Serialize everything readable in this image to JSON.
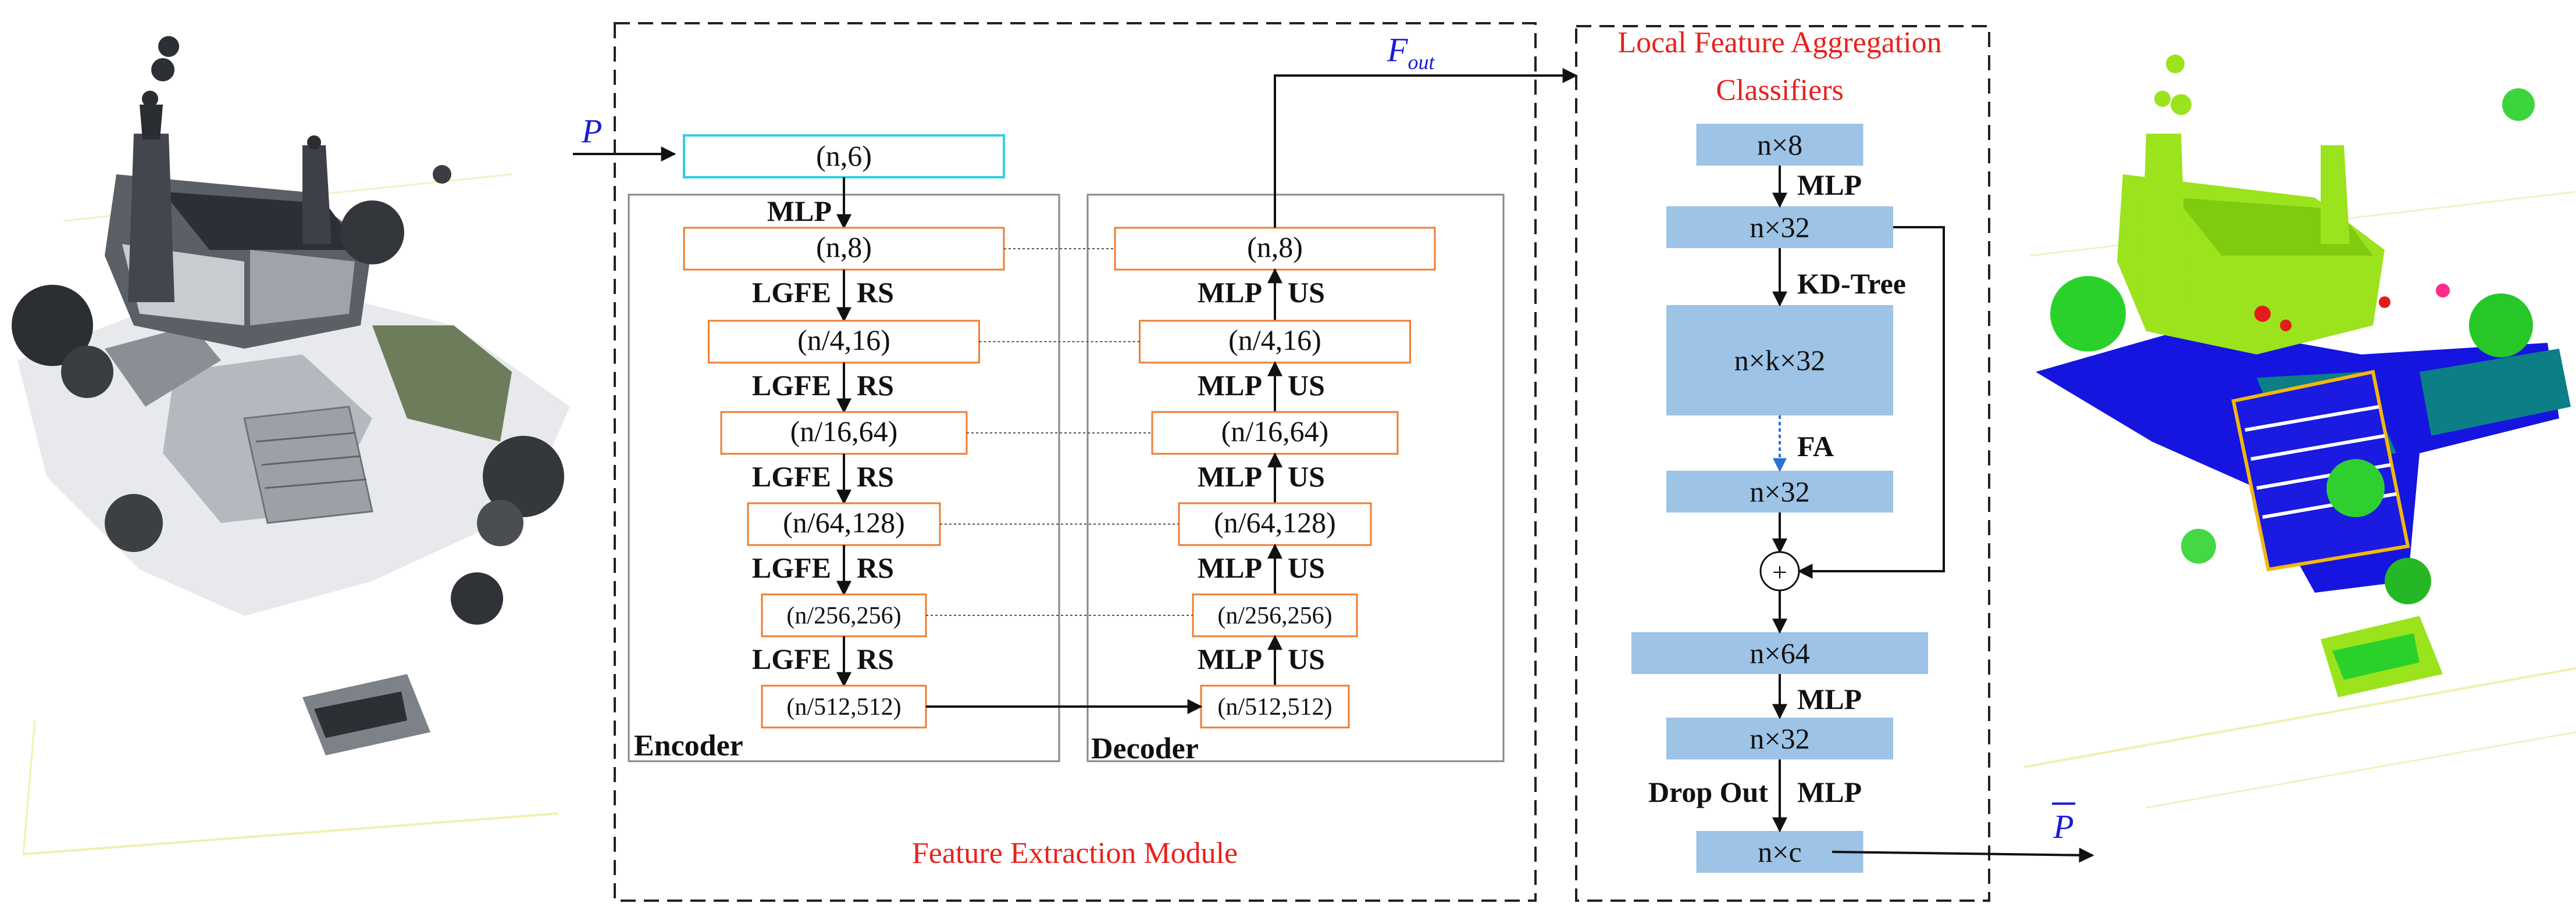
{
  "colors": {
    "accent_red": "#e8211d",
    "accent_blue": "#1b1bd6",
    "encoder_box_border": "#ee7d31",
    "input_box_border": "#2fd0e0",
    "classifier_fill": "#9dc3e6",
    "frame_dash": "#222222",
    "point_cloud_green": "#9be31c",
    "point_cloud_blue": "#1616e0",
    "point_cloud_teal": "#0a7f86"
  },
  "icons": {
    "input_cloud": "grayscale-church-point-cloud",
    "output_cloud": "segmented-church-point-cloud"
  },
  "labels": {
    "input_P": "P",
    "output_P": "P",
    "F_out_main": "F",
    "F_out_sub": "out",
    "module_title": "Feature Extraction Module",
    "classifier_title_line1": "Local Feature Aggregation",
    "classifier_title_line2": "Classifiers",
    "encoder": "Encoder",
    "decoder": "Decoder"
  },
  "encoder": {
    "input": "(n,6)",
    "blocks": [
      "(n,8)",
      "(n/4,16)",
      "(n/16,64)",
      "(n/64,128)",
      "(n/256,256)",
      "(n/512,512)"
    ],
    "first_op": "MLP",
    "ops": [
      {
        "left": "LGFE",
        "right": "RS"
      },
      {
        "left": "LGFE",
        "right": "RS"
      },
      {
        "left": "LGFE",
        "right": "RS"
      },
      {
        "left": "LGFE",
        "right": "RS"
      },
      {
        "left": "LGFE",
        "right": "RS"
      }
    ]
  },
  "decoder": {
    "blocks": [
      "(n,8)",
      "(n/4,16)",
      "(n/16,64)",
      "(n/64,128)",
      "(n/256,256)",
      "(n/512,512)"
    ],
    "ops": [
      {
        "left": "MLP",
        "right": "US"
      },
      {
        "left": "MLP",
        "right": "US"
      },
      {
        "left": "MLP",
        "right": "US"
      },
      {
        "left": "MLP",
        "right": "US"
      },
      {
        "left": "MLP",
        "right": "US"
      }
    ]
  },
  "classifier": {
    "boxes": [
      "n×8",
      "n×32",
      "n×k×32",
      "n×32",
      "n×64",
      "n×32",
      "n×c"
    ],
    "ops": [
      "MLP",
      "KD-Tree",
      "FA",
      "MLP",
      "MLP"
    ],
    "drop_out": "Drop Out",
    "sum_symbol": "+"
  }
}
